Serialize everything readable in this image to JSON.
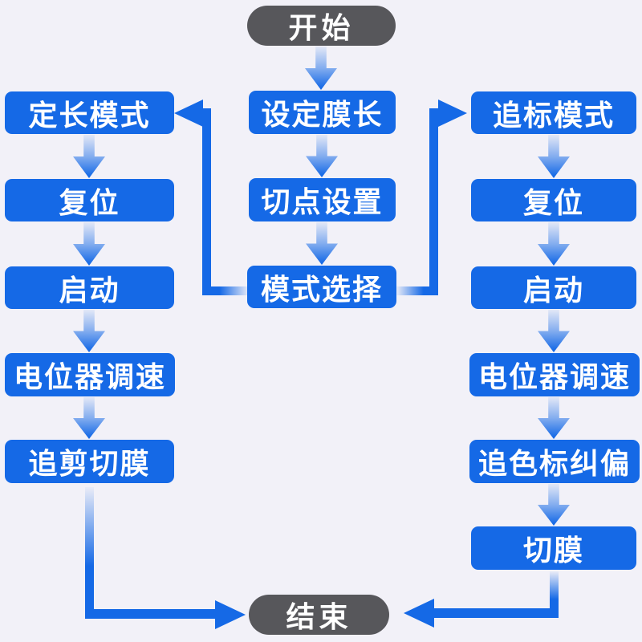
{
  "colors": {
    "background": "#f2f1f8",
    "node_blue": "#1569e6",
    "terminal_gray": "#57575b",
    "text_white": "#ffffff"
  },
  "nodes": {
    "start": {
      "label": "开始"
    },
    "set_film_length": {
      "label": "设定膜长"
    },
    "cut_point_setting": {
      "label": "切点设置"
    },
    "mode_selection": {
      "label": "模式选择"
    },
    "fixed_length_mode": {
      "label": "定长模式"
    },
    "left_reset": {
      "label": "复位"
    },
    "left_start": {
      "label": "启动"
    },
    "left_potentiometer_speed": {
      "label": "电位器调速"
    },
    "chase_shear_cut_film": {
      "label": "追剪切膜"
    },
    "chase_mark_mode": {
      "label": "追标模式"
    },
    "right_reset": {
      "label": "复位"
    },
    "right_start": {
      "label": "启动"
    },
    "right_potentiometer_speed": {
      "label": "电位器调速"
    },
    "chase_color_mark_correction": {
      "label": "追色标纠偏"
    },
    "cut_film": {
      "label": "切膜"
    },
    "end": {
      "label": "结束"
    }
  }
}
